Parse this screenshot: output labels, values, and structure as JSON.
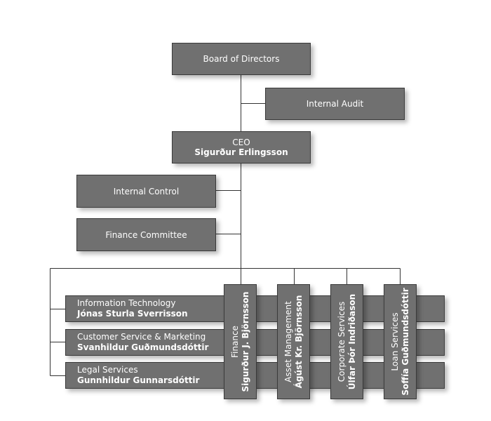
{
  "board": {
    "label": "Board of Directors"
  },
  "internal_audit": {
    "label": "Internal Audit"
  },
  "ceo": {
    "title": "CEO",
    "name": "Sigurður Erlingsson"
  },
  "internal_control": {
    "label": "Internal Control"
  },
  "finance_committee": {
    "label": "Finance Committee"
  },
  "departments": [
    {
      "title": "Information Technology",
      "name": "Jónas Sturla Sverrisson"
    },
    {
      "title": "Customer Service & Marketing",
      "name": "Svanhildur Guðmundsdóttir"
    },
    {
      "title": "Legal Services",
      "name": "Gunnhildur Gunnarsdóttir"
    }
  ],
  "divisions": [
    {
      "title": "Finance",
      "name": "Sigurður J. Björnsson"
    },
    {
      "title": "Asset Management",
      "name": "Ágúst Kr. Björnsson"
    },
    {
      "title": "Corporate Services",
      "name": "Úlfar Þór Indriðason"
    },
    {
      "title": "Loan Services",
      "name": "Soffía Guðmundsdóttir"
    }
  ]
}
